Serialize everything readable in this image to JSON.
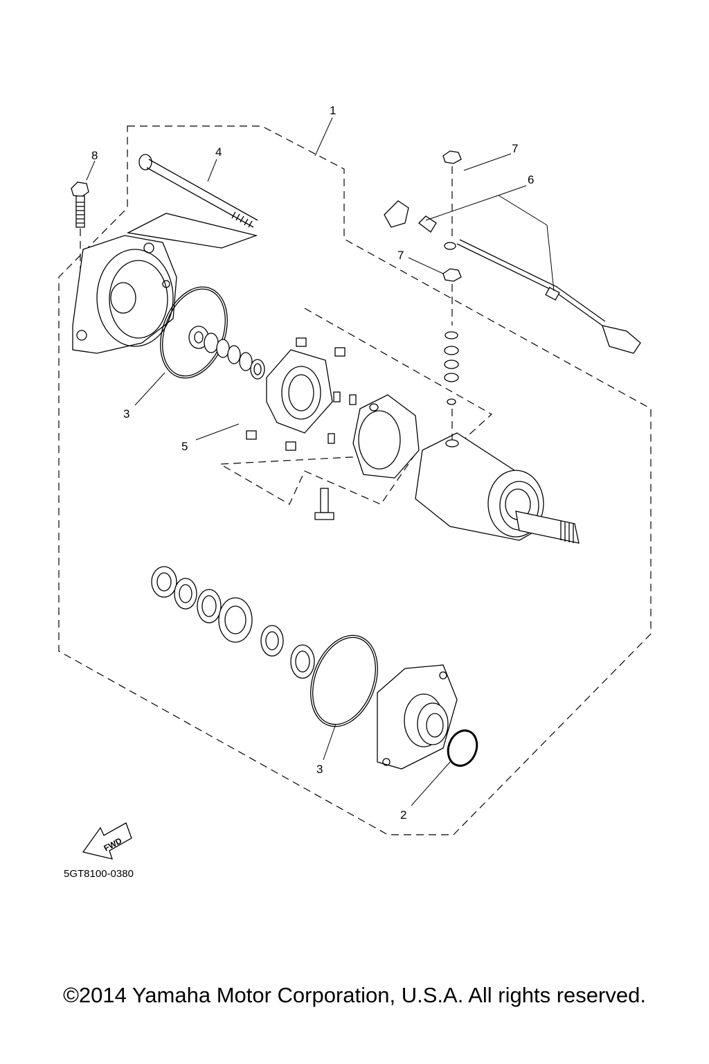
{
  "diagram": {
    "diagram_code": "5GT8100-0380",
    "fwd_label": "FWD",
    "callouts": [
      {
        "id": "c1",
        "text": "1"
      },
      {
        "id": "c2",
        "text": "2"
      },
      {
        "id": "c3a",
        "text": "3"
      },
      {
        "id": "c3b",
        "text": "3"
      },
      {
        "id": "c4",
        "text": "4"
      },
      {
        "id": "c5",
        "text": "5"
      },
      {
        "id": "c6",
        "text": "6"
      },
      {
        "id": "c7a",
        "text": "7"
      },
      {
        "id": "c7b",
        "text": "7"
      },
      {
        "id": "c8",
        "text": "8"
      }
    ]
  },
  "footer": {
    "copyright": "©2014 Yamaha Motor Corporation, U.S.A. All rights reserved."
  }
}
